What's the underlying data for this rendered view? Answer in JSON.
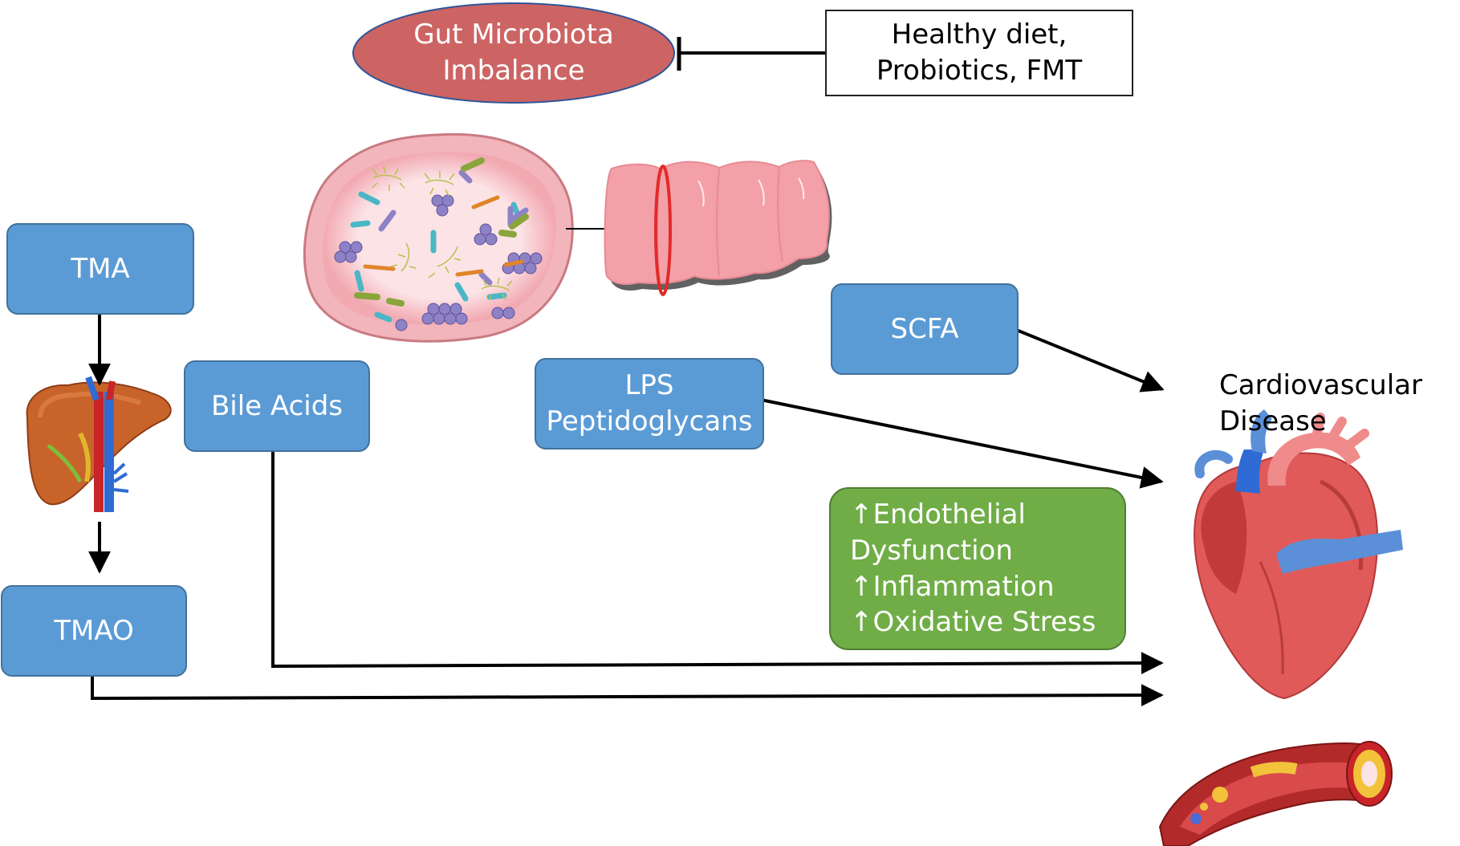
{
  "nodes": {
    "gut_imbalance": [
      "Gut Microbiota",
      "Imbalance"
    ],
    "intervention": [
      "Healthy diet,",
      "Probiotics, FMT"
    ],
    "tma": "TMA",
    "tmao": "TMAO",
    "bile_acids": "Bile Acids",
    "lps": [
      "LPS",
      "Peptidoglycans"
    ],
    "scfa": "SCFA",
    "effects": [
      "↑Endothelial",
      "Dysfunction",
      "↑Inflammation",
      "↑Oxidative Stress"
    ],
    "cvd": [
      "Cardiovascular",
      "Disease"
    ]
  },
  "colors": {
    "node_blue": "#5b9bd5",
    "node_green": "#70ad47",
    "ellipse_red": "#cd6464",
    "intestine_pink": "#f4a0a8",
    "heart_red": "#e05a5a",
    "vessel_blue": "#5b8fd8"
  },
  "icons": [
    "gut-cross-section-icon",
    "intestine-icon",
    "liver-icon",
    "heart-icon",
    "artery-plaque-icon"
  ]
}
